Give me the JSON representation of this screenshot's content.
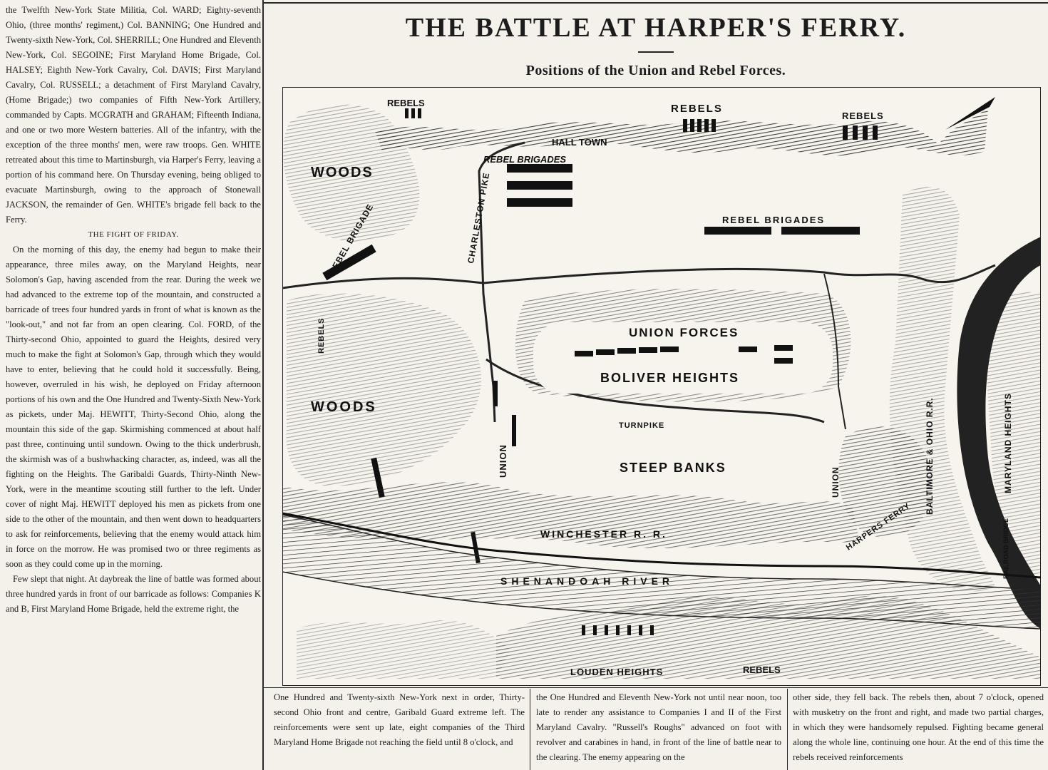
{
  "headline": "THE BATTLE AT HARPER'S FERRY.",
  "subtitle": "Positions of the Union and Rebel Forces.",
  "left_column": {
    "intro": "the Twelfth New-York State Militia, Col. WARD; Eighty-seventh Ohio, (three months' regiment,) Col. BANNING; One Hundred and Twenty-sixth New-York, Col. SHERRILL; One Hundred and Eleventh New-York, Col. SEGOINE; First Maryland Home Brigade, Col. HALSEY; Eighth New-York Cavalry, Col. DAVIS; First Maryland Cavalry, Col. RUSSELL; a detachment of First Maryland Cavalry, (Home Brigade;) two companies of Fifth New-York Artillery, commanded by Capts. MCGRATH and GRAHAM; Fifteenth Indiana, and one or two more Western batteries. All of the infantry, with the exception of the three months' men, were raw troops. Gen. WHITE retreated about this time to Martinsburgh, via Harper's Ferry, leaving a portion of his command here. On Thursday evening, being obliged to evacuate Martinsburgh, owing to the approach of Stonewall JACKSON, the remainder of Gen. WHITE's brigade fell back to the Ferry.",
    "section_heading": "THE FIGHT OF FRIDAY.",
    "body": "On the morning of this day, the enemy had begun to make their appearance, three miles away, on the Maryland Heights, near Solomon's Gap, having ascended from the rear. During the week we had advanced to the extreme top of the mountain, and constructed a barricade of trees four hundred yards in front of what is known as the \"look-out,\" and not far from an open clearing. Col. FORD, of the Thirty-second Ohio, appointed to guard the Heights, desired very much to make the fight at Solomon's Gap, through which they would have to enter, believing that he could hold it successfully. Being, however, overruled in his wish, he deployed on Friday afternoon portions of his own and the One Hundred and Twenty-Sixth New-York as pickets, under Maj. HEWITT, Thirty-Second Ohio, along the mountain this side of the gap. Skirmishing commenced at about half past three, continuing until sundown. Owing to the thick underbrush, the skirmish was of a bushwhacking character, as, indeed, was all the fighting on the Heights. The Garibaldi Guards, Thirty-Ninth New-York, were in the meantime scouting still further to the left. Under cover of night Maj. HEWITT deployed his men as pickets from one side to the other of the mountain, and then went down to headquarters to ask for reinforcements, believing that the enemy would attack him in force on the morrow. He was promised two or three regiments as soon as they could come up in the morning.",
    "body2": "Few slept that night. At daybreak the line of battle was formed about three hundred yards in front of our barricade as follows: Companies K and B, First Maryland Home Brigade, held the extreme right, the"
  },
  "map": {
    "labels": {
      "rebels_1": "REBELS",
      "rebels_2": "REBELS",
      "rebels_3": "REBELS",
      "hall_town": "HALL TOWN",
      "rebel_brigades_1": "REBEL BRIGADES",
      "rebel_brigades_2": "REBEL BRIGADES",
      "woods_1": "WOODS",
      "woods_2": "WOODS",
      "charleston_pike": "CHARLESTON PIKE",
      "rebel_brigade": "REBEL BRIGADE",
      "rebels_vertical": "REBELS",
      "union_forces": "UNION FORCES",
      "boliver_heights": "BOLIVER HEIGHTS",
      "turnpike": "TURNPIKE",
      "union_1": "UNION",
      "union_2": "UNION",
      "steep_banks": "STEEP BANKS",
      "winchester_rr": "WINCHESTER R. R.",
      "shenandoah_river": "SHENANDOAH RIVER",
      "harpers_ferry": "HARPERS FERRY",
      "baltimore_ohio_rr": "BALTIMORE & OHIO R.R.",
      "maryland_heights": "MARYLAND HEIGHTS",
      "railroad_bridge": "RAILROAD BRIDGE",
      "louden_heights": "LOUDEN HEIGHTS",
      "rebels_bottom": "REBELS"
    }
  },
  "bottom_columns": {
    "col1": "One Hundred and Twenty-sixth New-York next in order, Thirty-second Ohio front and centre, Garibald Guard extreme left. The reinforcements were sent up late, eight companies of the Third Maryland Home Brigade not reaching the field until 8 o'clock, and",
    "col2": "the One Hundred and Eleventh New-York not until near noon, too late to render any assistance to Companies I and II of the First Maryland Cavalry. \"Russell's Roughs\" advanced on foot with revolver and carabines in hand, in front of the line of battle near to the clearing. The enemy appearing on the",
    "col3": "other side, they fell back. The rebels then, about 7 o'clock, opened with musketry on the front and right, and made two partial charges, in which they were handsomely repulsed. Fighting became general along the whole line, continuing one hour. At the end of this time the rebels received reinforcements"
  }
}
